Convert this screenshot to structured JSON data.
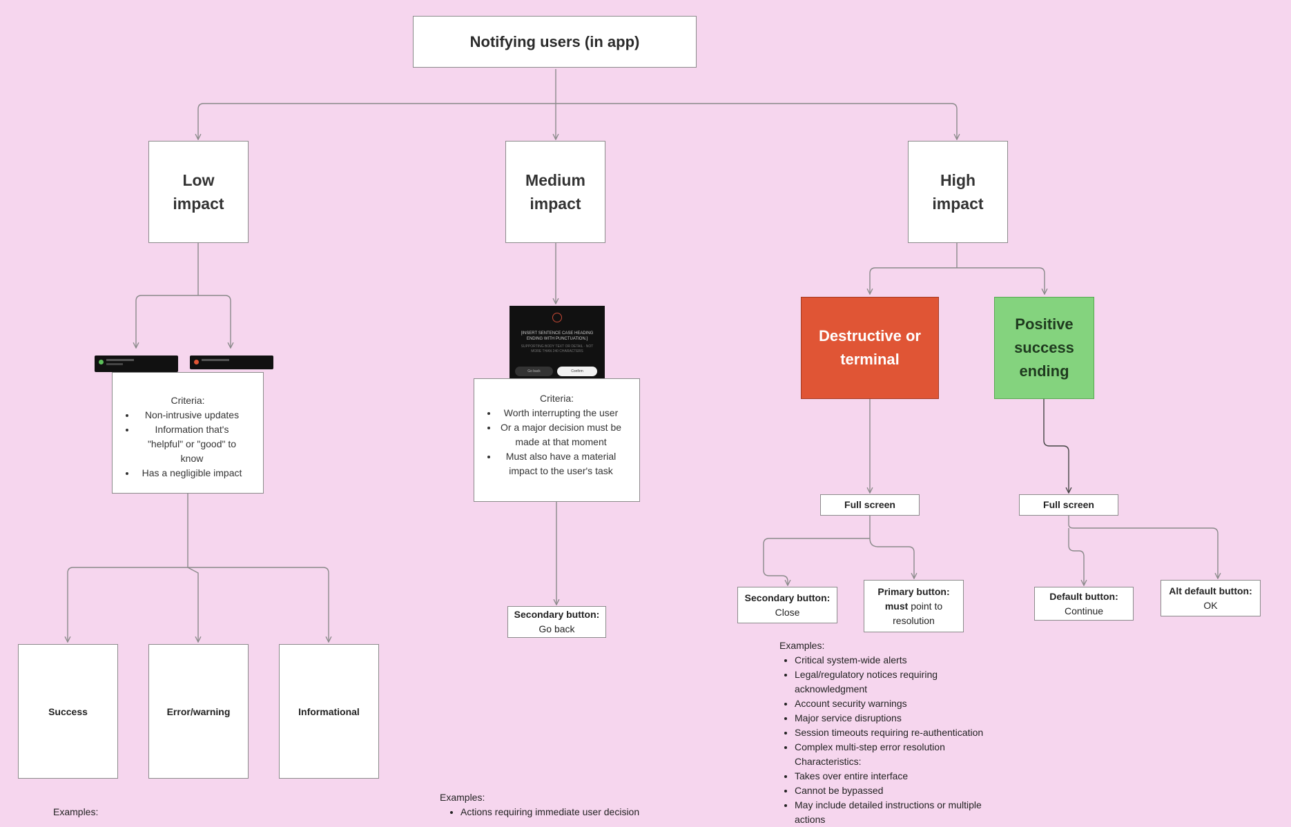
{
  "title": "Notifying users (in app)",
  "impact_levels": {
    "low": [
      "Low",
      "impact"
    ],
    "medium": [
      "Medium",
      "impact"
    ],
    "high": [
      "High",
      "impact"
    ]
  },
  "high_branches": {
    "destructive": [
      "Destructive or",
      "terminal"
    ],
    "positive": [
      "Positive",
      "success",
      "ending"
    ]
  },
  "low": {
    "criteria_heading": "Criteria:",
    "criteria": [
      "Non-intrusive updates",
      "Information that's \"helpful\" or \"good\" to know",
      "Has a negligible impact"
    ],
    "types": [
      "Success",
      "Error/warning",
      "Informational"
    ],
    "examples_heading": "Examples:"
  },
  "medium": {
    "modal_heading": "[INSERT SENTENCE CASE HEADING ENDING WITH PUNCTUATION.]",
    "modal_body": "SUPPORTING BODY TEXT OR DETAIL · NOT MORE THAN 240 CHARACTERS",
    "modal_cancel": "Go back",
    "modal_confirm": "Confirm",
    "criteria_heading": "Criteria:",
    "criteria": [
      "Worth interrupting the user",
      "Or a major decision must be made at that moment",
      "Must also have a material impact to the user's task"
    ],
    "secondary_label": "Secondary button:",
    "secondary_value": "Go back",
    "examples_heading": "Examples:",
    "examples": [
      "Actions requiring immediate user decision"
    ]
  },
  "destructive": {
    "mode": "Full screen",
    "secondary_label": "Secondary button:",
    "secondary_value": "Close",
    "primary_label": "Primary button:",
    "primary_bold": "must",
    "primary_rest": "point to resolution",
    "examples_heading": "Examples:",
    "examples": [
      "Critical system-wide alerts",
      "Legal/regulatory notices requiring acknowledgment",
      "Account security warnings",
      "Major service disruptions",
      "Session timeouts requiring re-authentication",
      "Complex multi-step error resolution"
    ],
    "characteristics_heading": "Characteristics:",
    "characteristics": [
      "Takes over entire interface",
      "Cannot be bypassed",
      "May include detailed instructions or multiple actions"
    ]
  },
  "positive": {
    "mode": "Full screen",
    "default_label": "Default button:",
    "default_value": "Continue",
    "alt_label": "Alt default button:",
    "alt_value": "OK"
  },
  "colors": {
    "background": "#f6d6ee",
    "destructive": "#e05535",
    "positive": "#84d37e",
    "connector": "#8a8a8a"
  }
}
